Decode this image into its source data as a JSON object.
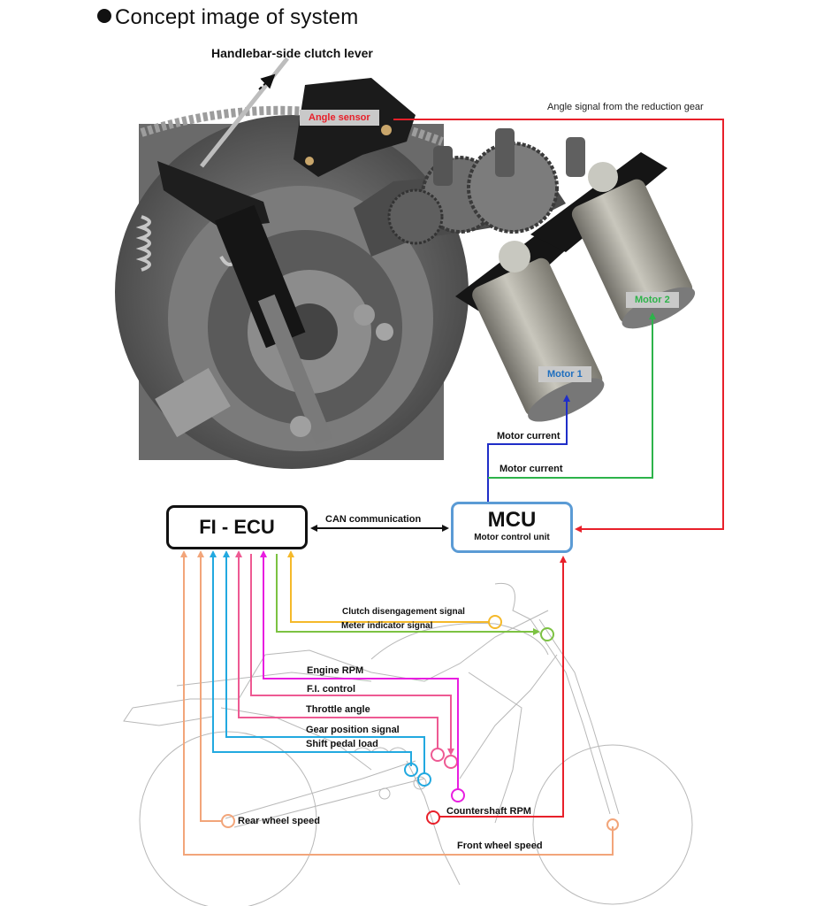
{
  "title": "Concept image of system",
  "handlebar_label": "Handlebar-side clutch lever",
  "angle_sensor_label": "Angle sensor",
  "angle_signal_label": "Angle signal from the reduction gear",
  "motor1_label": "Motor 1",
  "motor2_label": "Motor 2",
  "motor_current_1": "Motor current",
  "motor_current_2": "Motor current",
  "fi_ecu_label": "FI - ECU",
  "can_label": "CAN communication",
  "mcu": {
    "title": "MCU",
    "subtitle": "Motor control unit"
  },
  "signals": {
    "clutch_disengagement": "Clutch disengagement signal",
    "meter_indicator": "Meter indicator signal",
    "engine_rpm": "Engine RPM",
    "fi_control": "F.I. control",
    "throttle_angle": "Throttle angle",
    "gear_position": "Gear position signal",
    "shift_pedal_load": "Shift pedal load",
    "countershaft_rpm": "Countershaft RPM",
    "rear_wheel_speed": "Rear wheel speed",
    "front_wheel_speed": "Front wheel speed"
  },
  "colors": {
    "angle": "#e8202a",
    "motor1": "#1f2ec8",
    "motor2": "#2db34a",
    "mcu_border": "#5b9bd5",
    "wheel_speed": "#f2a57a",
    "shift": "#22a9e0",
    "throttle": "#ee5a93",
    "engine_rpm": "#e81ee0",
    "meter": "#7cc242",
    "clutch": "#f5b92a",
    "motor1_text": "#1f6fbf",
    "motor2_text": "#2db34a"
  }
}
